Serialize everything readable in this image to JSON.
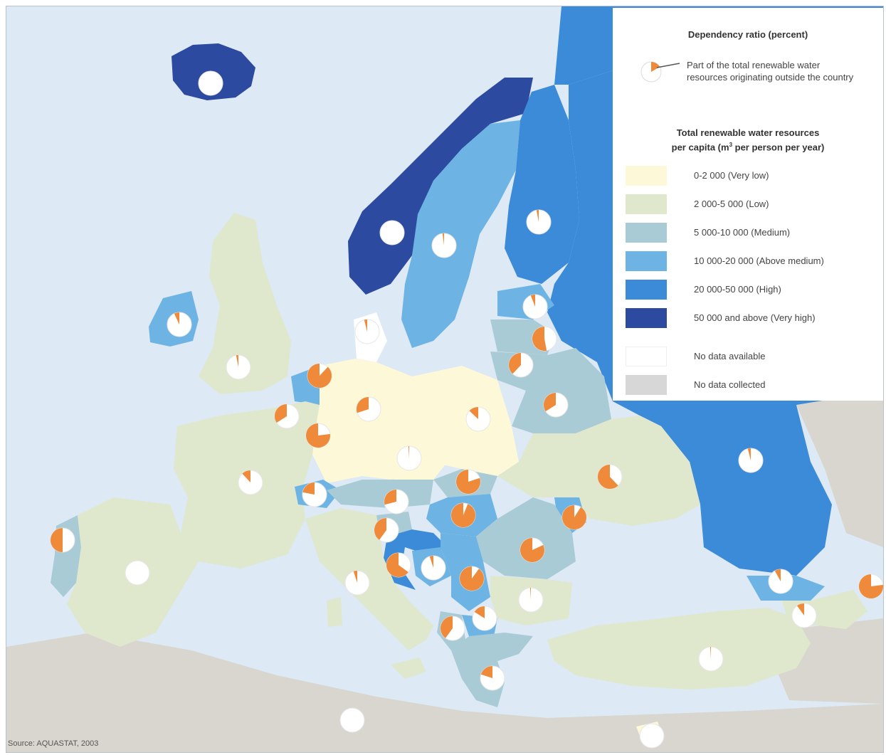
{
  "legend": {
    "dependency_title": "Dependency ratio (percent)",
    "dependency_note": "Part of the total renewable water resources originating outside the country",
    "resources_title_line1": "Total renewable water resources",
    "resources_title_line2_pre": "per capita (m",
    "resources_title_sup": "3",
    "resources_title_line2_post": " per person per year)",
    "items": [
      {
        "label": "0-2 000 (Very low)",
        "color": "#fdf9d8"
      },
      {
        "label": "2 000-5 000 (Low)",
        "color": "#dfe8cd"
      },
      {
        "label": "5 000-10 000 (Medium)",
        "color": "#a8cbd6"
      },
      {
        "label": "10 000-20 000 (Above medium)",
        "color": "#6db4e4"
      },
      {
        "label": "20 000-50 000 (High)",
        "color": "#3c8bd8"
      },
      {
        "label": "50 000 and above (Very high)",
        "color": "#2c4aa0"
      },
      {
        "label": "No data available",
        "color": "#ffffff"
      },
      {
        "label": "No data collected",
        "color": "#d7d7d7"
      }
    ]
  },
  "source": "Source: AQUASTAT, 2003",
  "colors": {
    "sea": "#dde9f5",
    "dependency": "#ef8a3a",
    "pie_base": "#ffffff",
    "outside_land": "#d9d5cf"
  },
  "pies": [
    {
      "name": "iceland",
      "share": 0
    },
    {
      "name": "norway",
      "share": 0
    },
    {
      "name": "sweden",
      "share": 0.02
    },
    {
      "name": "finland",
      "share": 0.03
    },
    {
      "name": "ireland",
      "share": 0.07
    },
    {
      "name": "united-kingdom",
      "share": 0.03
    },
    {
      "name": "denmark",
      "share": 0.04
    },
    {
      "name": "estonia",
      "share": 0.06
    },
    {
      "name": "latvia",
      "share": 0.53
    },
    {
      "name": "lithuania",
      "share": 0.38
    },
    {
      "name": "belarus",
      "share": 0.34
    },
    {
      "name": "netherlands",
      "share": 0.88
    },
    {
      "name": "belgium",
      "share": 0.34
    },
    {
      "name": "luxembourg",
      "share": 0.77
    },
    {
      "name": "germany",
      "share": 0.3
    },
    {
      "name": "poland",
      "share": 0.13
    },
    {
      "name": "czech-republic",
      "share": 0.01
    },
    {
      "name": "russia",
      "share": 0.04
    },
    {
      "name": "france",
      "share": 0.12
    },
    {
      "name": "switzerland",
      "share": 0.22
    },
    {
      "name": "austria",
      "share": 0.29
    },
    {
      "name": "slovakia",
      "share": 0.8
    },
    {
      "name": "hungary",
      "share": 0.94
    },
    {
      "name": "ukraine",
      "share": 0.62
    },
    {
      "name": "moldova",
      "share": 0.91
    },
    {
      "name": "slovenia",
      "share": 0.4
    },
    {
      "name": "croatia",
      "share": 0.65
    },
    {
      "name": "romania",
      "share": 0.82
    },
    {
      "name": "bosnia",
      "share": 0.05
    },
    {
      "name": "serbia",
      "share": 0.9
    },
    {
      "name": "portugal",
      "share": 0.5
    },
    {
      "name": "spain",
      "share": 0
    },
    {
      "name": "italy",
      "share": 0.05
    },
    {
      "name": "bulgaria",
      "share": 0.01
    },
    {
      "name": "macedonia",
      "share": 0.16
    },
    {
      "name": "albania",
      "share": 0.4
    },
    {
      "name": "greece",
      "share": 0.2
    },
    {
      "name": "georgia",
      "share": 0.08
    },
    {
      "name": "armenia",
      "share": 0.1
    },
    {
      "name": "azerbaijan",
      "share": 0.77
    },
    {
      "name": "turkey",
      "share": 0.01
    },
    {
      "name": "malta",
      "share": 0
    },
    {
      "name": "cyprus",
      "share": 0
    }
  ]
}
